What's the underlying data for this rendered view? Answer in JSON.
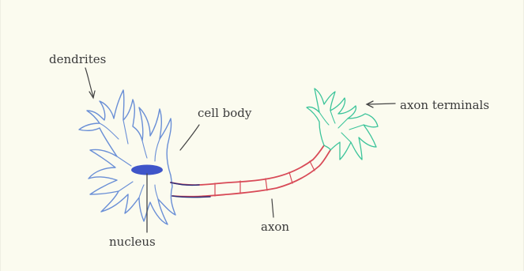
{
  "diagram": {
    "labels": {
      "dendrites": "dendrites",
      "cell_body": "cell body",
      "axon_terminals": "axon terminals",
      "axon": "axon",
      "nucleus": "nucleus"
    },
    "colors": {
      "background": "#fbfbef",
      "dendrite_outline": "#6a8fd6",
      "nucleus_fill": "#3f55c9",
      "axon_red": "#d84a57",
      "axon_dark": "#2e2f7a",
      "terminal_outline": "#3cc49a",
      "pointer_line": "#444444",
      "label_text": "#3a3a3a"
    }
  }
}
